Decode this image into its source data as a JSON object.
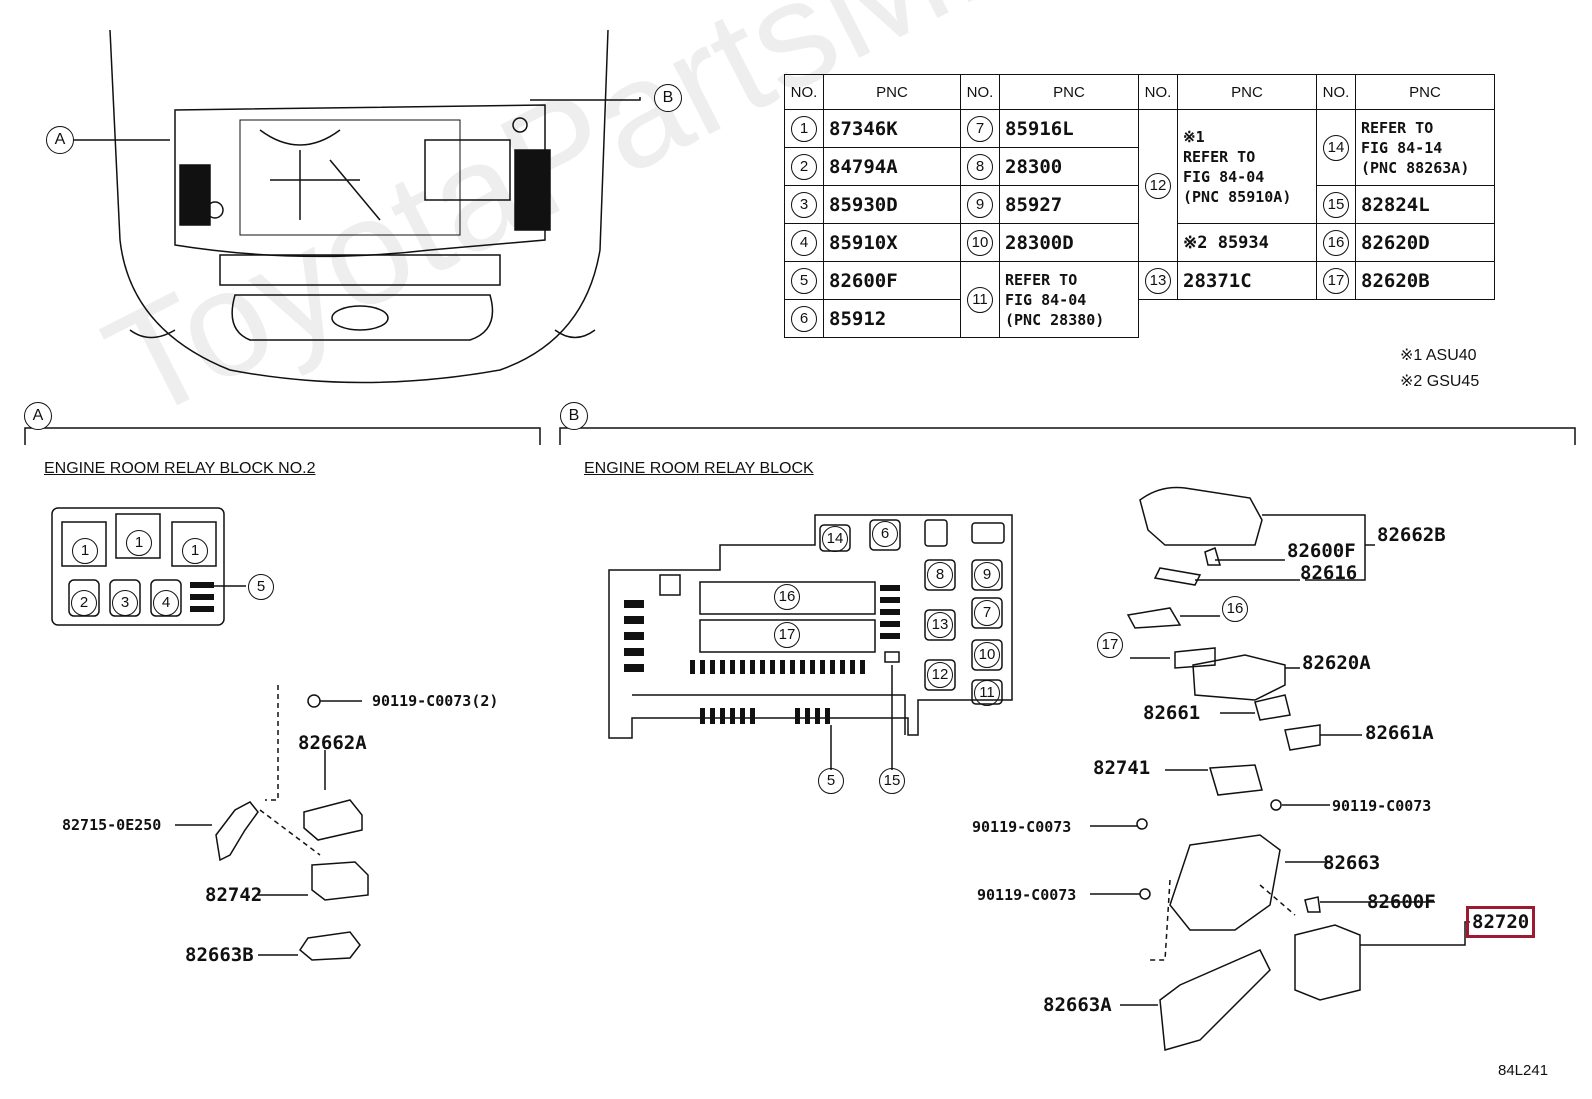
{
  "watermark": "ToyotaPartsMine",
  "callouts": {
    "a": "A",
    "b": "B"
  },
  "sections": {
    "a_title": "ENGINE ROOM RELAY BLOCK NO.2",
    "b_title": "ENGINE ROOM RELAY BLOCK"
  },
  "table": {
    "header_no": "NO.",
    "header_pnc": "PNC",
    "rows": [
      {
        "no": "1",
        "pnc": "87346K"
      },
      {
        "no": "2",
        "pnc": "84794A"
      },
      {
        "no": "3",
        "pnc": "85930D"
      },
      {
        "no": "4",
        "pnc": "85910X"
      },
      {
        "no": "5",
        "pnc": "82600F"
      },
      {
        "no": "6",
        "pnc": "85912"
      },
      {
        "no": "7",
        "pnc": "85916L"
      },
      {
        "no": "8",
        "pnc": "28300"
      },
      {
        "no": "9",
        "pnc": "85927"
      },
      {
        "no": "10",
        "pnc": "28300D"
      },
      {
        "no": "11",
        "pnc": "REFER TO FIG 84-04 (PNC 28380)"
      },
      {
        "no": "12",
        "pnc_1": "※1 REFER TO FIG 84-04 (PNC 85910A)",
        "pnc_2": "※2 85934"
      },
      {
        "no": "13",
        "pnc": "28371C"
      },
      {
        "no": "14",
        "pnc": "REFER TO FIG 84-14 (PNC 88263A)"
      },
      {
        "no": "15",
        "pnc": "82824L"
      },
      {
        "no": "16",
        "pnc": "82620D"
      },
      {
        "no": "17",
        "pnc": "82620B"
      }
    ],
    "r11": [
      "REFER TO",
      "FIG 84-04",
      "(PNC 28380)"
    ],
    "r12a": [
      "※1",
      "REFER TO",
      "FIG 84-04",
      "(PNC 85910A)"
    ],
    "r12b": "※2 85934",
    "r14": [
      "REFER TO",
      "FIG 84-14",
      "(PNC 88263A)"
    ]
  },
  "notes": [
    "※1 ASU40",
    "※2 GSU45"
  ],
  "parts_a": {
    "bolt": "90119-C0073(2)",
    "cover": "82662A",
    "bracket": "82715-0E250",
    "block": "82742",
    "lower": "82663B"
  },
  "parts_b": {
    "p1": "82662B",
    "p2": "82600F",
    "p3": "82616",
    "p4": "82620A",
    "p5": "82661",
    "p6": "82661A",
    "p7": "82741",
    "p8": "90119-C0073",
    "p9": "90119-C0073",
    "p10": "82663",
    "p11": "90119-C0073",
    "p12": "82600F",
    "p13": "82720",
    "p14": "82663A"
  },
  "fig_code": "84L241",
  "colors": {
    "highlight": "#9b1b30",
    "line": "#111111"
  }
}
